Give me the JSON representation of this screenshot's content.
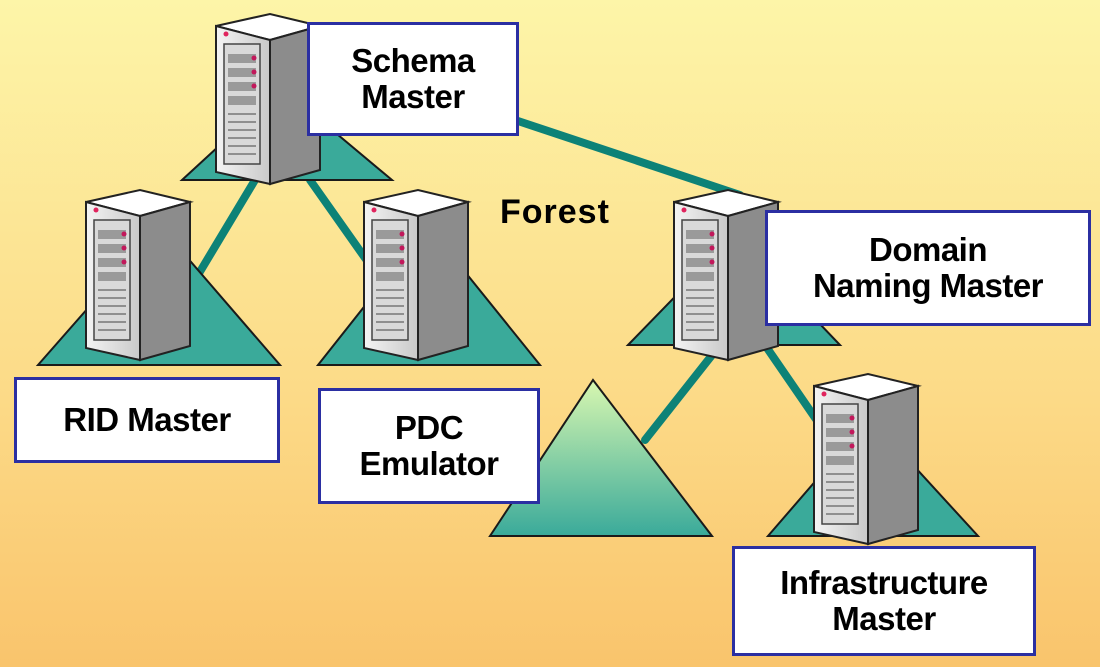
{
  "diagram": {
    "forest_label": "Forest",
    "roles": {
      "schema_master": "Schema\nMaster",
      "domain_naming_master": "Domain\nNaming Master",
      "rid_master": "RID Master",
      "pdc_emulator": "PDC\nEmulator",
      "infrastructure_master": "Infrastructure\nMaster"
    },
    "icons": {
      "server": "server-icon",
      "domain": "domain-triangle-icon"
    },
    "colors": {
      "background_top": "#fdf5a8",
      "background_bottom": "#f9c46c",
      "triangle": "#3aaa9a",
      "domain_triangle_light": "#c8f0a8",
      "connector": "#0d8277",
      "label_border": "#2b2fa2"
    }
  }
}
